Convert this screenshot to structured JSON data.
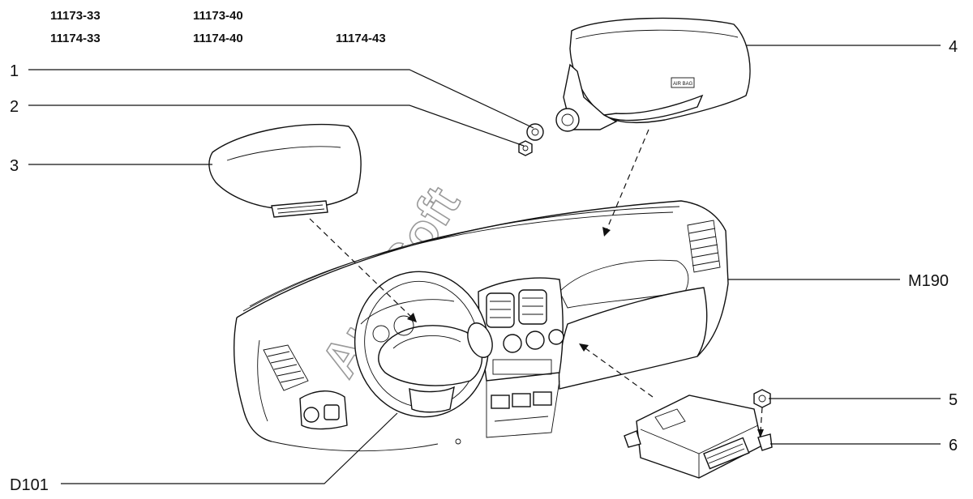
{
  "model_codes": {
    "row1": [
      "11173-33",
      "11173-40"
    ],
    "row2": [
      "11174-33",
      "11174-40",
      "11174-43"
    ]
  },
  "callouts": {
    "c1": "1",
    "c2": "2",
    "c3": "3",
    "c4": "4",
    "c5": "5",
    "c6": "6",
    "m190": "M190",
    "d101": "D101"
  },
  "watermark": "AutoSoft",
  "badge_text": "AIR BAG"
}
